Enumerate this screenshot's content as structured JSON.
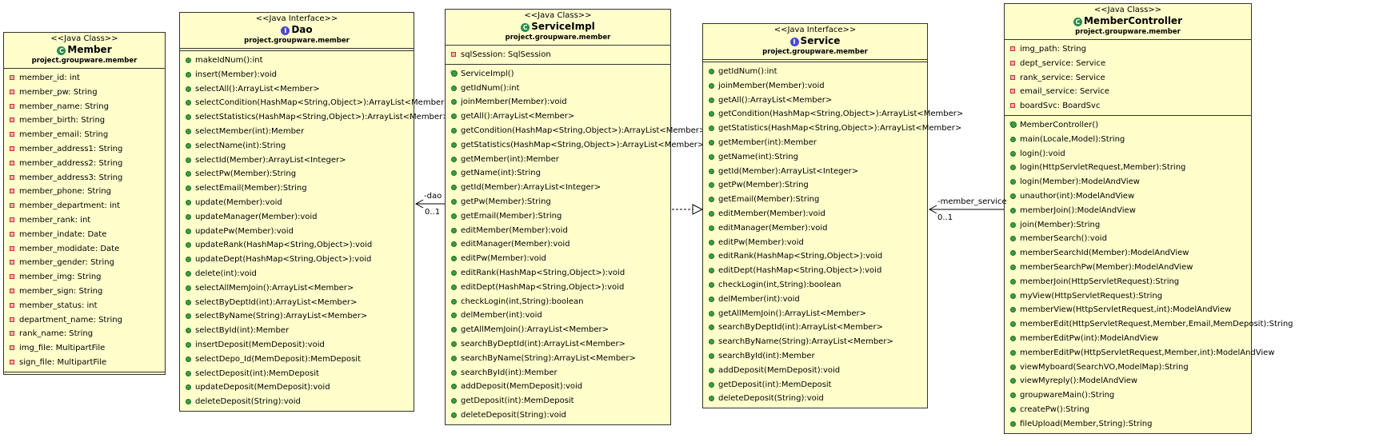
{
  "classes": {
    "member": {
      "stereotype": "<<Java Class>>",
      "icon": "class-icon",
      "name": "Member",
      "package": "project.groupware.member",
      "attributes": [
        "member_id: int",
        "member_pw: String",
        "member_name: String",
        "member_birth: String",
        "member_email: String",
        "member_address1: String",
        "member_address2: String",
        "member_address3: String",
        "member_phone: String",
        "member_department: int",
        "member_rank: int",
        "member_indate: Date",
        "member_modidate: Date",
        "member_gender: String",
        "member_img: String",
        "member_sign: String",
        "member_status: int",
        "department_name: String",
        "rank_name: String",
        "img_file: MultipartFile",
        "sign_file: MultipartFile"
      ],
      "methods": []
    },
    "dao": {
      "stereotype": "<<Java Interface>>",
      "icon": "interface-icon",
      "name": "Dao",
      "package": "project.groupware.member",
      "attributes": [],
      "methods": [
        "makeIdNum():int",
        "insert(Member):void",
        "selectAll():ArrayList<Member>",
        "selectCondition(HashMap<String,Object>):ArrayList<Member>",
        "selectStatistics(HashMap<String,Object>):ArrayList<Member>",
        "selectMember(int):Member",
        "selectName(int):String",
        "selectId(Member):ArrayList<Integer>",
        "selectPw(Member):String",
        "selectEmail(Member):String",
        "update(Member):void",
        "updateManager(Member):void",
        "updatePw(Member):void",
        "updateRank(HashMap<String,Object>):void",
        "updateDept(HashMap<String,Object>):void",
        "delete(int):void",
        "selectAllMemJoin():ArrayList<Member>",
        "selectByDeptId(int):ArrayList<Member>",
        "selectByName(String):ArrayList<Member>",
        "selectById(int):Member",
        "insertDeposit(MemDeposit):void",
        "selectDepo_Id(MemDeposit):MemDeposit",
        "selectDeposit(int):MemDeposit",
        "updateDeposit(MemDeposit):void",
        "deleteDeposit(String):void"
      ]
    },
    "serviceimpl": {
      "stereotype": "<<Java Class>>",
      "icon": "class-icon",
      "name": "ServiceImpl",
      "package": "project.groupware.member",
      "attributes": [
        "sqlSession: SqlSession"
      ],
      "constructors": [
        "ServiceImpl()"
      ],
      "methods": [
        "getIdNum():int",
        "joinMember(Member):void",
        "getAll():ArrayList<Member>",
        "getCondition(HashMap<String,Object>):ArrayList<Member>",
        "getStatistics(HashMap<String,Object>):ArrayList<Member>",
        "getMember(int):Member",
        "getName(int):String",
        "getId(Member):ArrayList<Integer>",
        "getPw(Member):String",
        "getEmail(Member):String",
        "editMember(Member):void",
        "editManager(Member):void",
        "editPw(Member):void",
        "editRank(HashMap<String,Object>):void",
        "editDept(HashMap<String,Object>):void",
        "checkLogin(int,String):boolean",
        "delMember(int):void",
        "getAllMemJoin():ArrayList<Member>",
        "searchByDeptId(int):ArrayList<Member>",
        "searchByName(String):ArrayList<Member>",
        "searchById(int):Member",
        "addDeposit(MemDeposit):void",
        "getDeposit(int):MemDeposit",
        "deleteDeposit(String):void"
      ]
    },
    "service": {
      "stereotype": "<<Java Interface>>",
      "icon": "interface-icon",
      "name": "Service",
      "package": "project.groupware.member",
      "attributes": [],
      "methods": [
        "getIdNum():int",
        "joinMember(Member):void",
        "getAll():ArrayList<Member>",
        "getCondition(HashMap<String,Object>):ArrayList<Member>",
        "getStatistics(HashMap<String,Object>):ArrayList<Member>",
        "getMember(int):Member",
        "getName(int):String",
        "getId(Member):ArrayList<Integer>",
        "getPw(Member):String",
        "getEmail(Member):String",
        "editMember(Member):void",
        "editManager(Member):void",
        "editPw(Member):void",
        "editRank(HashMap<String,Object>):void",
        "editDept(HashMap<String,Object>):void",
        "checkLogin(int,String):boolean",
        "delMember(int):void",
        "getAllMemJoin():ArrayList<Member>",
        "searchByDeptId(int):ArrayList<Member>",
        "searchByName(String):ArrayList<Member>",
        "searchById(int):Member",
        "addDeposit(MemDeposit):void",
        "getDeposit(int):MemDeposit",
        "deleteDeposit(String):void"
      ]
    },
    "membercontroller": {
      "stereotype": "<<Java Class>>",
      "icon": "class-icon",
      "name": "MemberController",
      "package": "project.groupware.member",
      "attributes": [
        "img_path: String",
        "dept_service: Service",
        "rank_service: Service",
        "email_service: Service",
        "boardSvc: BoardSvc"
      ],
      "constructors": [
        "MemberController()"
      ],
      "methods": [
        "main(Locale,Model):String",
        "login():void",
        "login(HttpServletRequest,Member):String",
        "login(Member):ModelAndView",
        "unauthor(int):ModelAndView",
        "memberJoin():ModelAndView",
        "join(Member):String",
        "memberSearch():void",
        "memberSearchId(Member):ModelAndView",
        "memberSearchPw(Member):ModelAndView",
        "memberJoin(HttpServletRequest):String",
        "myView(HttpServletRequest):String",
        "memberView(HttpServletRequest,int):ModelAndView",
        "memberEdit(HttpServletRequest,Member,Email,MemDeposit):String",
        "memberEditPw(int):ModelAndView",
        "memberEditPw(HttpServletRequest,Member,int):ModelAndView",
        "viewMyboard(SearchVO,ModelMap):String",
        "viewMyreply():ModelAndView",
        "groupwareMain():String",
        "createPw():String",
        "fileUpload(Member,String):String"
      ]
    }
  },
  "associations": {
    "dao_role": "-dao",
    "dao_mult": "0..1",
    "service_role": "-member_service",
    "service_mult": "0..1"
  }
}
